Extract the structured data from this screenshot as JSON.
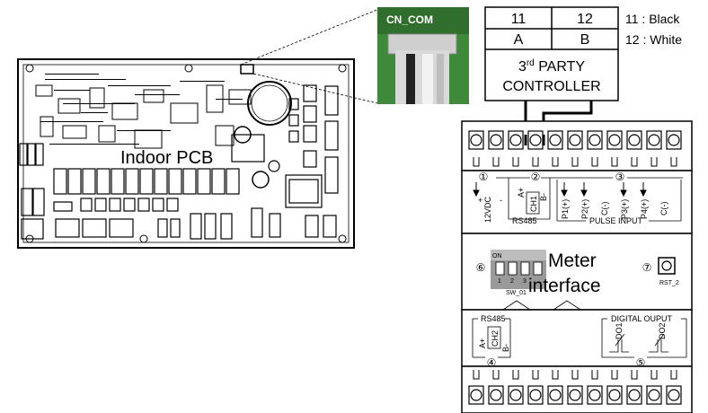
{
  "pcb": {
    "label": "Indoor PCB"
  },
  "connector_photo": {
    "label": "CN_COM"
  },
  "terminal_table": {
    "col1_top": "11",
    "col2_top": "12",
    "col1_bottom": "A",
    "col2_bottom": "B",
    "controller_line1_prefix": "3",
    "controller_line1_sup": "rd",
    "controller_line1_suffix": " PARTY",
    "controller_line2": "CONTROLLER"
  },
  "wire_legend": {
    "line1": "11 : Black",
    "line2": "12 : White"
  },
  "meter": {
    "label_line1": "Meter",
    "label_line2": "interface",
    "markers": [
      "①",
      "②",
      "③",
      "④",
      "⑤",
      "⑥",
      "⑦"
    ],
    "top_labels": {
      "plus": "+",
      "minus": "-",
      "vdc": "12VDC",
      "a_plus": "A+",
      "ch1": "CH1",
      "b_minus": "B-",
      "rs485": "RS485",
      "p1": "P1(+)",
      "p2": "P2(+)",
      "c1": "C(-)",
      "p3": "P3(+)",
      "p4": "P4(+)",
      "c2": "C(-)",
      "pulse_input": "PULSE INPUT"
    },
    "dip": {
      "on": "ON",
      "n1": "1",
      "n2": "2",
      "n3": "3",
      "name": "SW_01"
    },
    "reset_label": "RST_2",
    "bottom_labels": {
      "rs485": "RS485",
      "a_plus": "A+",
      "ch2": "CH2",
      "b_minus": "B-",
      "digital_output": "DIGITAL OUPUT",
      "do1": "DO1",
      "do2": "DO2"
    }
  },
  "colors": {
    "line": "#000000",
    "pcb_fill": "#ffffff",
    "photo_bg": "#3f8a3a",
    "photo_connector": "#d9d9d9",
    "dip_bg": "#9a9a9a",
    "dip_top": "#bdbdbd"
  }
}
